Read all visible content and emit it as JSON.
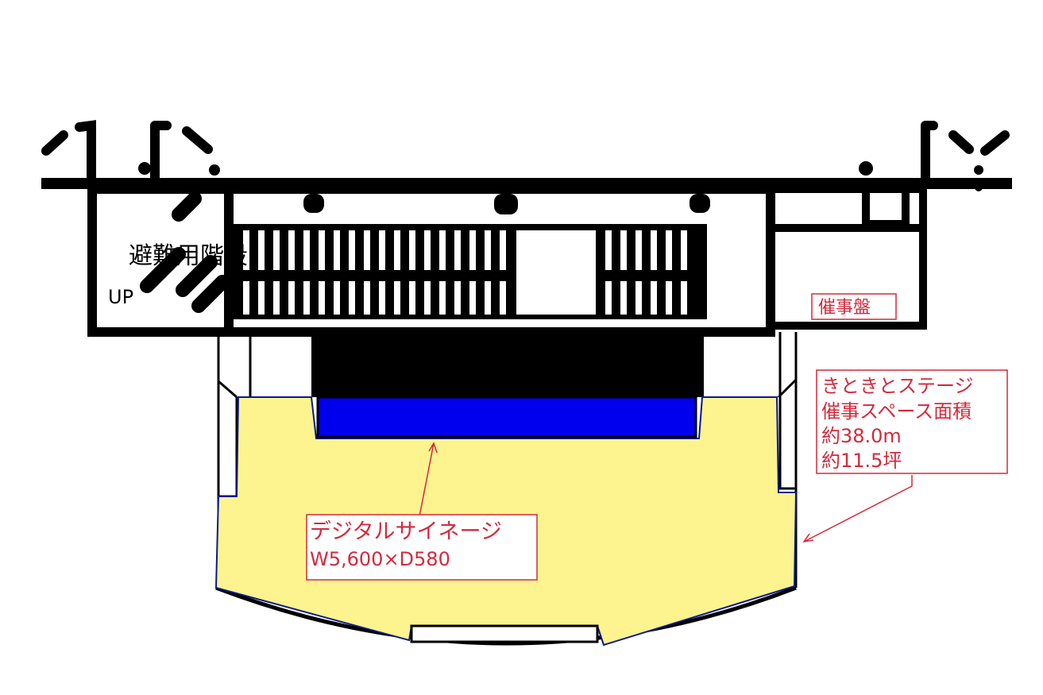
{
  "labels": {
    "stairs": "避難用階段",
    "up": "UP",
    "panel": "催事盤",
    "stage_line1": "きときとステージ",
    "stage_line2": "催事スペース面積",
    "stage_line3": "約38.0m",
    "stage_line4": "約11.5坪",
    "signage_line1": "デジタルサイネージ",
    "signage_line2": "W5,600×D580"
  },
  "colors": {
    "stage_fill": "#fdf38f",
    "signage_fill": "#0000ee",
    "annotation": "#d42a3c",
    "wall": "#000000"
  }
}
